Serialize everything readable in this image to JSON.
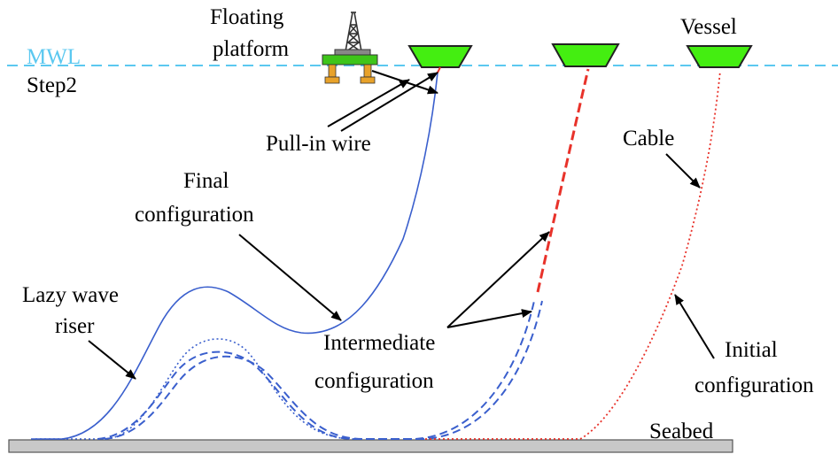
{
  "labels": {
    "floating_platform_line1": "Floating",
    "floating_platform_line2": "platform",
    "mwl": "MWL",
    "step": "Step2",
    "vessel": "Vessel",
    "pull_in_wire": "Pull-in wire",
    "cable": "Cable",
    "final_line1": "Final",
    "final_line2": "configuration",
    "lazy_wave_line1": "Lazy wave",
    "lazy_wave_line2": "riser",
    "intermediate_line1": "Intermediate",
    "intermediate_line2": "configuration",
    "initial_line1": "Initial",
    "initial_line2": "configuration",
    "seabed": "Seabed"
  },
  "colors": {
    "water_line": "#5bc8f0",
    "vessel_fill": "#44ee11",
    "riser": "#3a5fcd",
    "cable": "#e8322a",
    "seabed_fill": "#c8c8c8"
  }
}
